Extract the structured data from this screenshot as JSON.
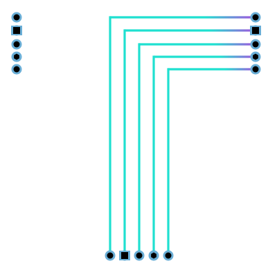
{
  "diagram": {
    "description_visible_text": "",
    "colors": {
      "trace_start": "#1fe0d0",
      "trace_end": "#a64ee0",
      "trace_solid": "#1fe0d0",
      "terminal_ring": "#6aaed6",
      "terminal_core": "#000000",
      "background": "#ffffff"
    },
    "left_terminals": [
      {
        "shape": "circle"
      },
      {
        "shape": "square"
      },
      {
        "shape": "circle"
      },
      {
        "shape": "hexagon"
      },
      {
        "shape": "circle"
      }
    ],
    "right_terminals": [
      {
        "shape": "circle"
      },
      {
        "shape": "square"
      },
      {
        "shape": "circle"
      },
      {
        "shape": "hexagon"
      },
      {
        "shape": "circle"
      }
    ],
    "bottom_terminals": [
      {
        "shape": "circle"
      },
      {
        "shape": "square"
      },
      {
        "shape": "circle"
      },
      {
        "shape": "hexagon"
      },
      {
        "shape": "circle"
      }
    ]
  }
}
